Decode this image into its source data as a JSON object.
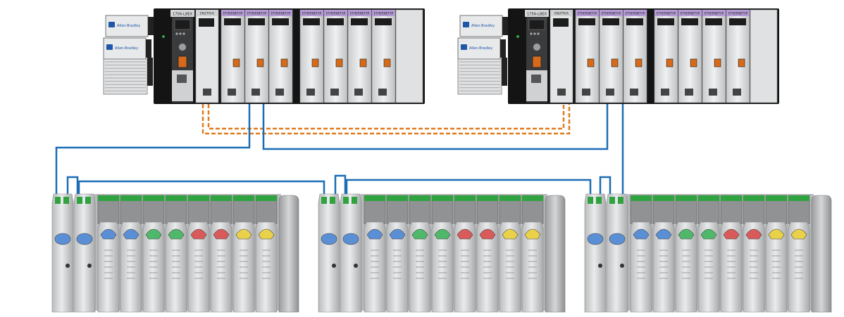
{
  "colors": {
    "network_cable": "#1a6db5",
    "redundancy_link": "#e07b1f",
    "chassis_black": "#141414",
    "module_gray": "#d9dadb",
    "panel_light": "#eceeef"
  },
  "controller_racks": [
    {
      "controller_label": "1756-L8EX",
      "comm_module_label": "EN2TR/A",
      "io_modules": [
        {
          "label": "ETHERNET/IP"
        },
        {
          "label": "ETHERNET/IP"
        },
        {
          "label": "ETHERNET/IP"
        },
        {
          "label": "ETHERNET/IP"
        },
        {
          "label": "ETHERNET/IP"
        },
        {
          "label": "ETHERNET/IP"
        },
        {
          "label": "ETHERNET/IP"
        }
      ],
      "power_supplies": [
        {
          "brand": "Allen-Bradley"
        },
        {
          "brand": "Allen-Bradley"
        }
      ]
    },
    {
      "controller_label": "1756-L8EX",
      "comm_module_label": "EN2TR/A",
      "io_modules": [
        {
          "label": "ETHERNET/IP"
        },
        {
          "label": "ETHERNET/IP"
        },
        {
          "label": "ETHERNET/IP"
        },
        {
          "label": "ETHERNET/IP"
        },
        {
          "label": "ETHERNET/IP"
        },
        {
          "label": "ETHERNET/IP"
        },
        {
          "label": "ETHERNET/IP"
        }
      ],
      "power_supplies": [
        {
          "brand": "Allen-Bradley"
        },
        {
          "brand": "Allen-Bradley"
        }
      ]
    }
  ],
  "drive_racks": [
    {
      "gauges": [
        "blue",
        "blue",
        "green",
        "green",
        "red",
        "red",
        "yellow",
        "yellow"
      ]
    },
    {
      "gauges": [
        "blue",
        "blue",
        "green",
        "green",
        "red",
        "red",
        "yellow",
        "yellow"
      ]
    },
    {
      "gauges": [
        "blue",
        "blue",
        "green",
        "green",
        "red",
        "red",
        "yellow",
        "yellow"
      ]
    }
  ],
  "gauge_colors": {
    "blue": "#5a8fd6",
    "green": "#4fb86a",
    "red": "#d85a5a",
    "yellow": "#e9d24a"
  }
}
